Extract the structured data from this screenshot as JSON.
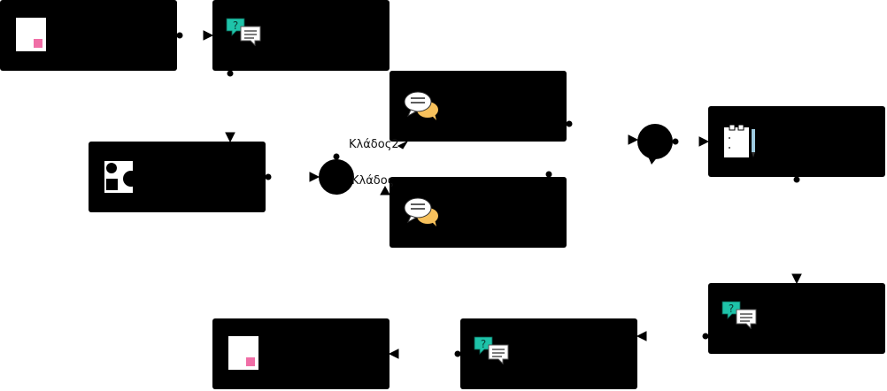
{
  "diagram": {
    "nodes": [
      {
        "id": "n1",
        "icon": "note-icon"
      },
      {
        "id": "n2",
        "icon": "question-chat-icon"
      },
      {
        "id": "n3",
        "icon": "shapes-icon"
      },
      {
        "id": "n4",
        "icon": "chat-bubbles-icon"
      },
      {
        "id": "n5",
        "icon": "chat-bubbles-icon"
      },
      {
        "id": "n6",
        "icon": "clipboard-pencil-icon"
      },
      {
        "id": "n7",
        "icon": "question-chat-icon"
      },
      {
        "id": "n8",
        "icon": "question-chat-icon"
      },
      {
        "id": "n9",
        "icon": "note-icon"
      }
    ],
    "gateways": [
      {
        "id": "g1",
        "shape": "circle"
      },
      {
        "id": "g2",
        "shape": "speech-bubble"
      }
    ],
    "edge_labels": {
      "branch_top": "Κλάδος2",
      "branch_bottom": "Κλάδος"
    },
    "colors": {
      "node_fill": "#000000",
      "accent_pink": "#f06ea6",
      "accent_teal": "#1ec3a9",
      "accent_orange": "#f7c15c",
      "edge": "#000000"
    }
  }
}
